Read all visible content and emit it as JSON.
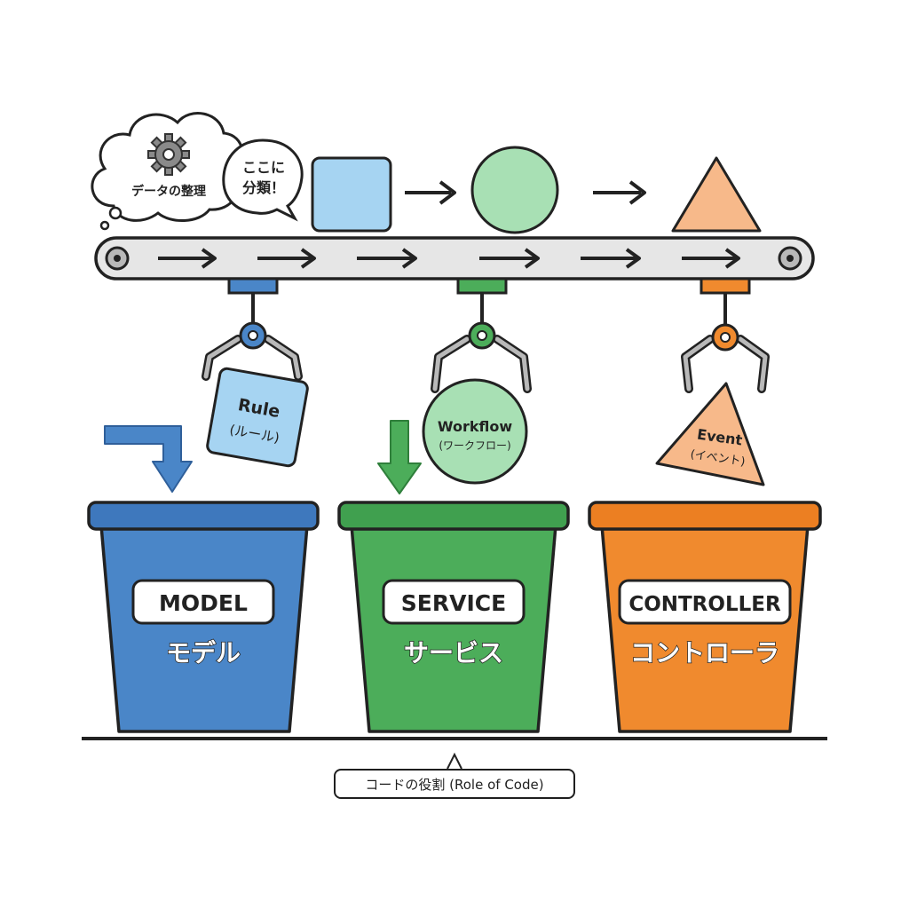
{
  "thought_bubble": {
    "text": "データの整理",
    "icon": "gear-icon"
  },
  "speech_bubble": {
    "line1": "ここに",
    "line2": "分類！"
  },
  "shapes_on_belt": [
    {
      "shape": "square",
      "color": "#a6d4f2"
    },
    {
      "shape": "circle",
      "color": "#a8e0b4"
    },
    {
      "shape": "triangle",
      "color": "#f7b98a"
    }
  ],
  "conveyor": {
    "color": "#e6e6e6"
  },
  "grabbed_items": [
    {
      "shape": "square",
      "label": "Rule",
      "sublabel": "(ルール)",
      "color": "#a6d4f2"
    },
    {
      "shape": "circle",
      "label": "Workflow",
      "sublabel": "(ワークフロー)",
      "color": "#a8e0b4"
    },
    {
      "shape": "triangle",
      "label": "Event",
      "sublabel": "(イベント)",
      "color": "#f7b98a"
    }
  ],
  "bins": [
    {
      "label": "MODEL",
      "sublabel": "モデル",
      "color": "#4a86c8",
      "rim": "#3e78bd"
    },
    {
      "label": "SERVICE",
      "sublabel": "サービス",
      "color": "#4cad5a",
      "rim": "#40a04f"
    },
    {
      "label": "CONTROLLER",
      "sublabel": "コントローラ",
      "color": "#f08a2e",
      "rim": "#ec7f22"
    }
  ],
  "caption": "コードの役割 (Role of Code)"
}
